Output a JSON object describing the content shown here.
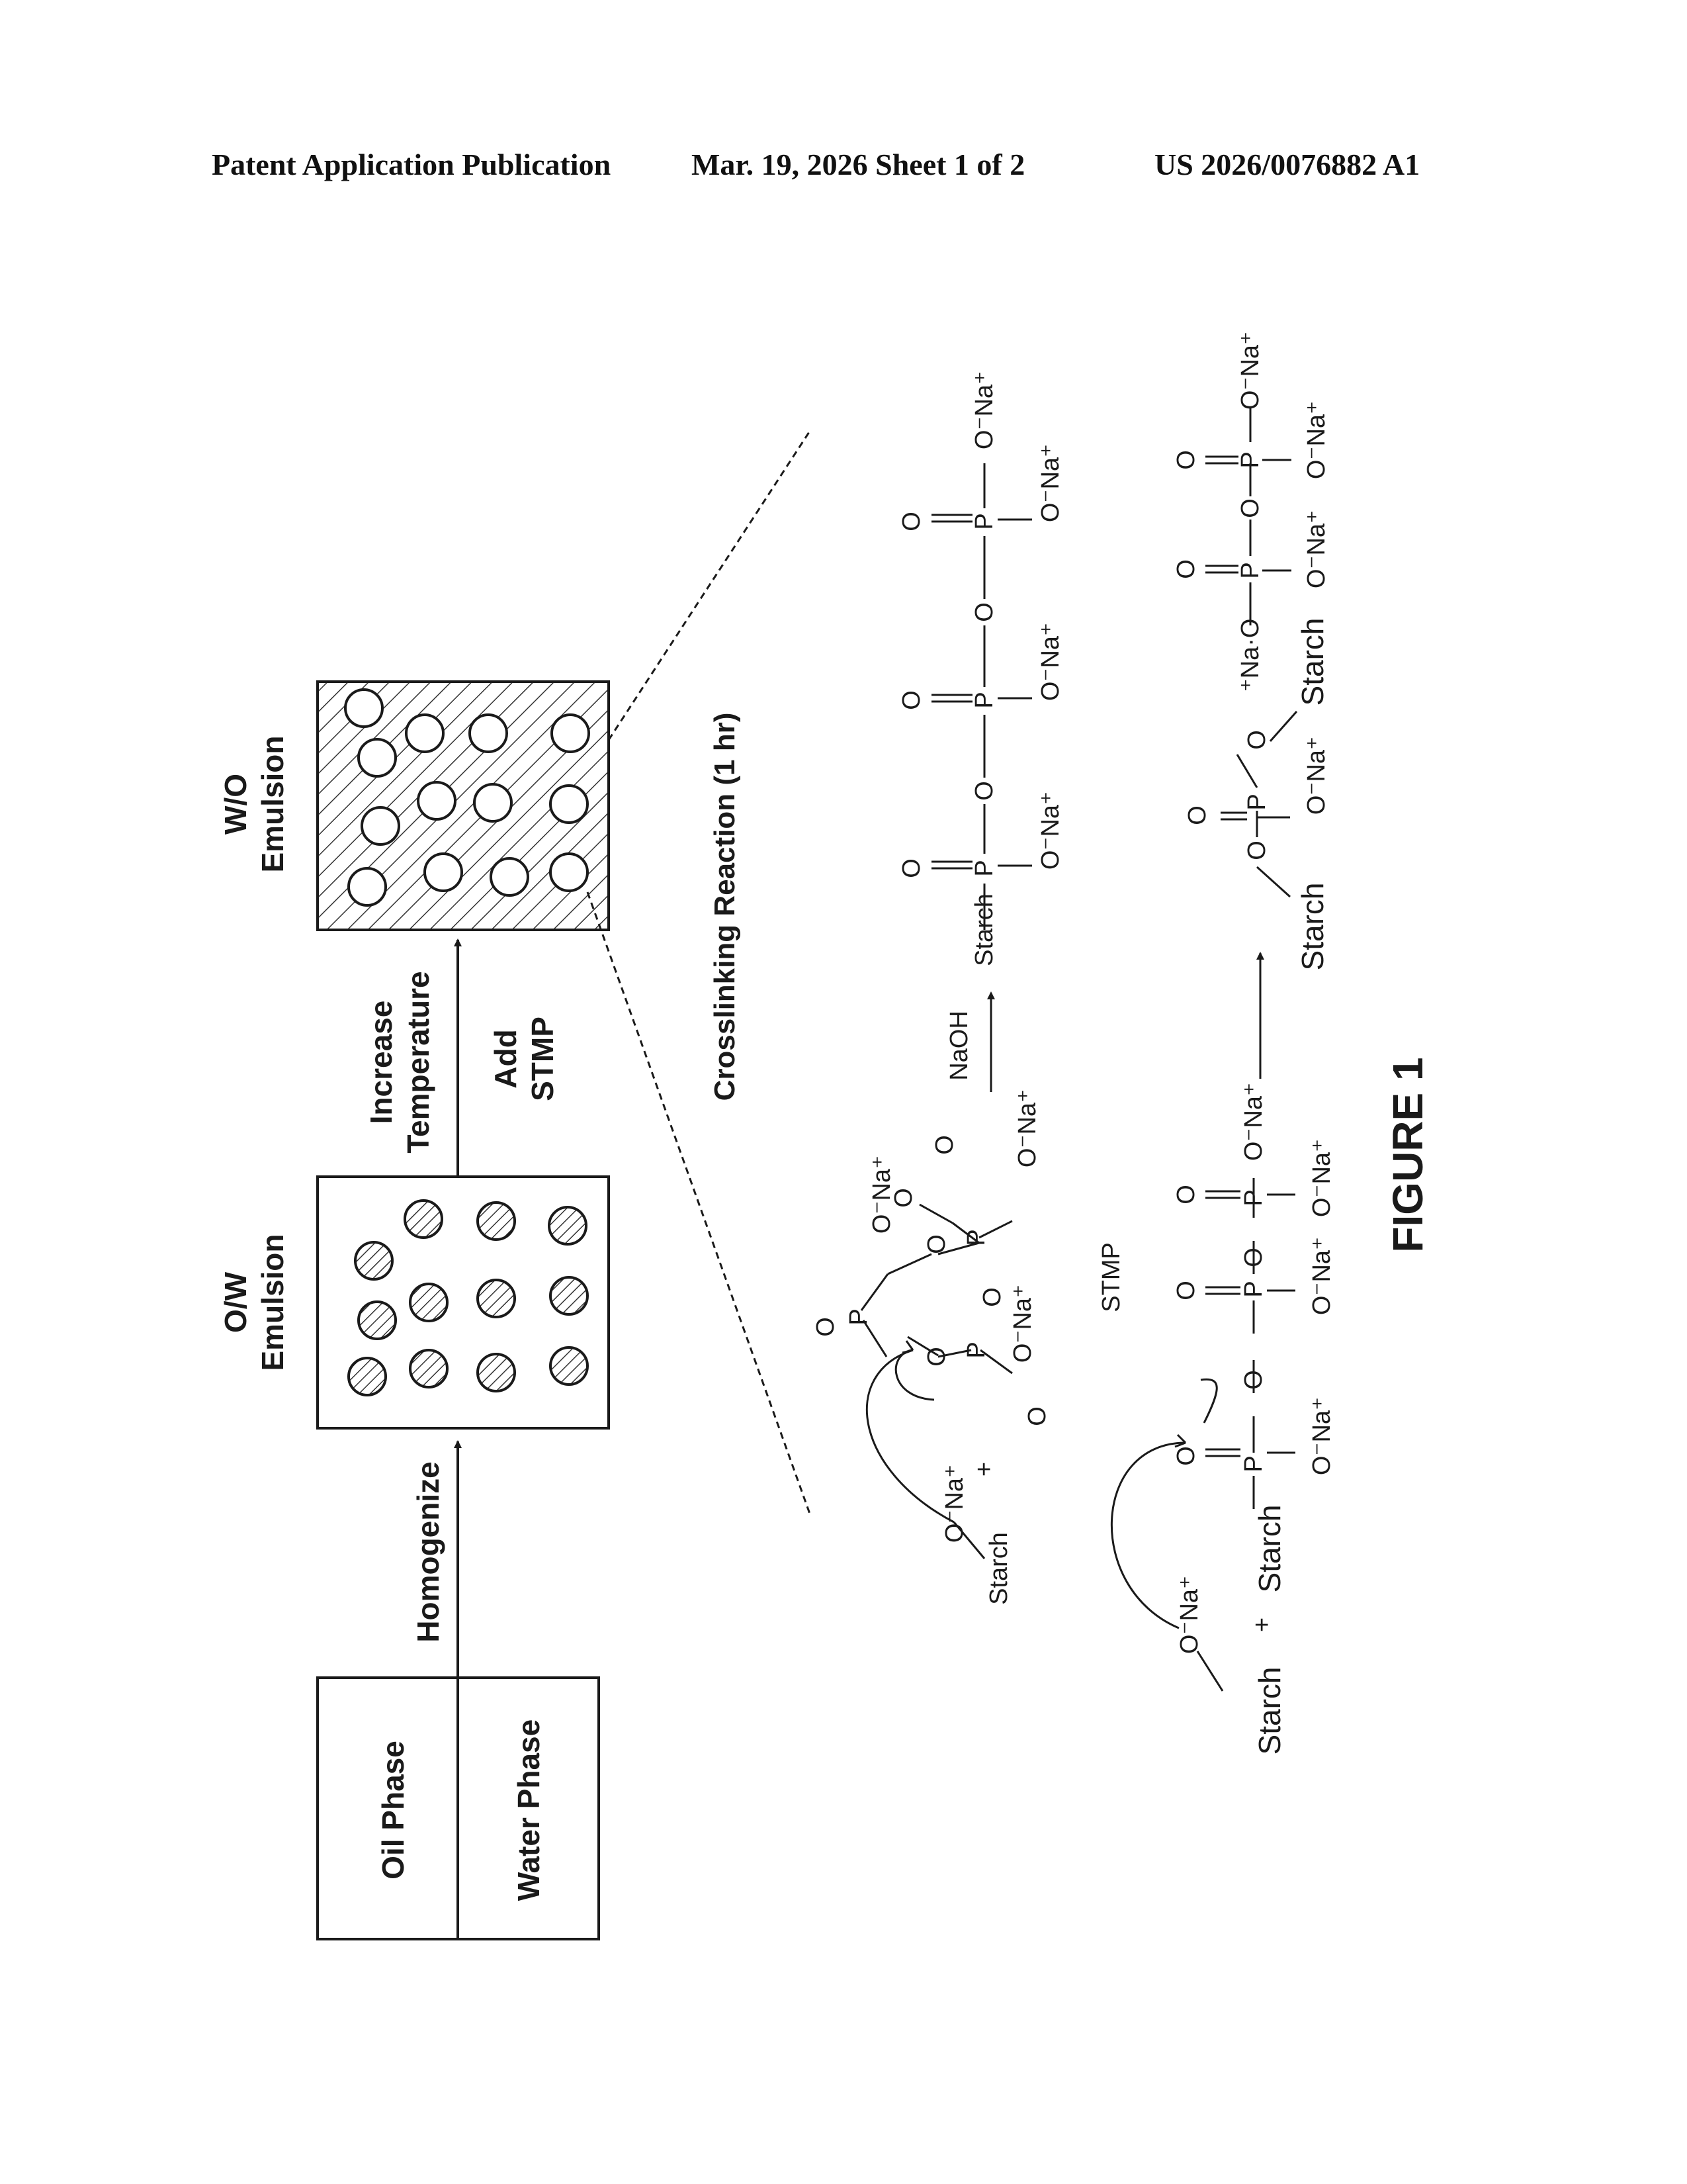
{
  "header": {
    "left": "Patent Application Publication",
    "center": "Mar. 19, 2026  Sheet 1 of 2",
    "right": "US 2026/0076882 A1"
  },
  "figure": {
    "caption": "FIGURE 1",
    "phases": {
      "oil": "Oil Phase",
      "water": "Water Phase"
    },
    "step_homogenize": "Homogenize",
    "ow_label": {
      "line1": "O/W",
      "line2": "Emulsion"
    },
    "wo_label": {
      "line1": "W/O",
      "line2": "Emulsion"
    },
    "step_increase": {
      "line1": "Increase",
      "line2": "Temperature"
    },
    "step_add": {
      "line1": "Add",
      "line2": "STMP"
    },
    "crosslinking": "Crosslinking Reaction (1 hr)",
    "chem": {
      "starch": "Starch",
      "ona": "O⁻Na⁺",
      "nao": "⁺Na·O",
      "o": "O",
      "p": "P",
      "plus": "+",
      "stmp": "STMP",
      "naoh": "NaOH"
    }
  }
}
